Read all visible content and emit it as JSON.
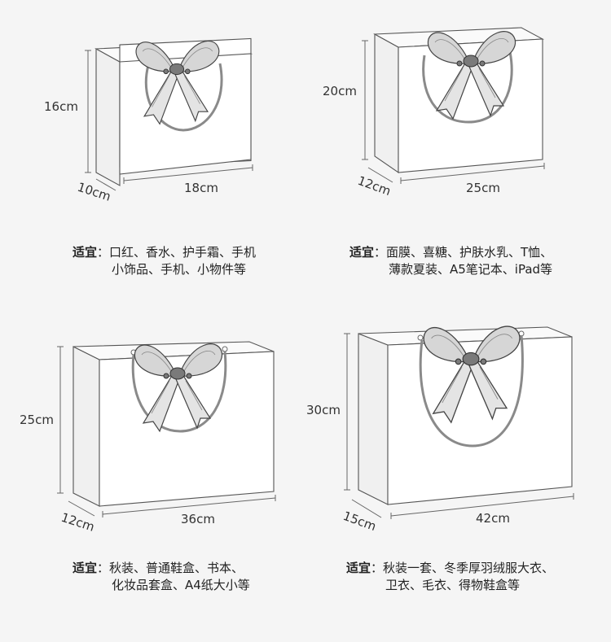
{
  "bags": [
    {
      "height": "16cm",
      "depth": "10cm",
      "width": "18cm",
      "caption_label": "适宜",
      "caption_line1": "：口红、香水、护手霜、手机",
      "caption_line2": "小饰品、手机、小物件等"
    },
    {
      "height": "20cm",
      "depth": "12cm",
      "width": "25cm",
      "caption_label": "适宜",
      "caption_line1": "：面膜、喜糖、护肤水乳、T恤、",
      "caption_line2": "薄款夏装、A5笔记本、iPad等"
    },
    {
      "height": "25cm",
      "depth": "12cm",
      "width": "36cm",
      "caption_label": "适宜",
      "caption_line1": "：秋装、普通鞋盒、书本、",
      "caption_line2": "化妆品套盒、A4纸大小等"
    },
    {
      "height": "30cm",
      "depth": "15cm",
      "width": "42cm",
      "caption_label": "适宜",
      "caption_line1": "：秋装一套、冬季厚羽绒服大衣、",
      "caption_line2": "卫衣、毛衣、得物鞋盒等"
    }
  ]
}
